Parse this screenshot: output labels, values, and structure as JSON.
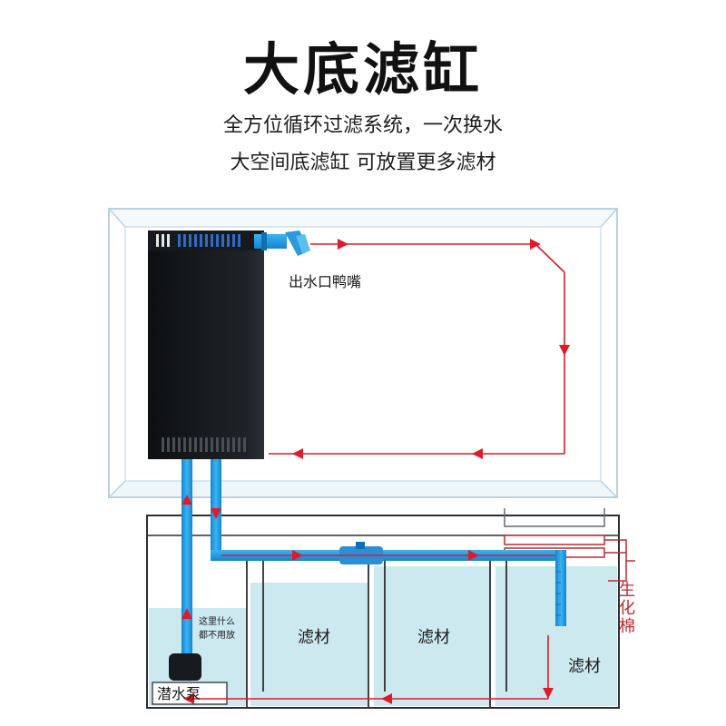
{
  "title": "大底滤缸",
  "subtitle_lines": [
    "全方位循环过滤系统，一次换水",
    "大空间底滤缸  可放置更多滤材"
  ],
  "labels": {
    "outlet_nozzle": "出水口鸭嘴",
    "here_line1": "这里什么",
    "here_line2": "都不用放",
    "pump": "潜水泵",
    "media_1": "滤材",
    "media_2": "滤材",
    "media_3": "滤材",
    "bio_1": "生",
    "bio_2": "化",
    "bio_3": "棉"
  },
  "colors": {
    "flow_arrow": "#e01a2a",
    "pipe": "#1e9be6",
    "water": "#cde9f0",
    "glass": "#b9d2e2",
    "filter_box": "#121418",
    "bio_bracket": "#c0282e"
  }
}
